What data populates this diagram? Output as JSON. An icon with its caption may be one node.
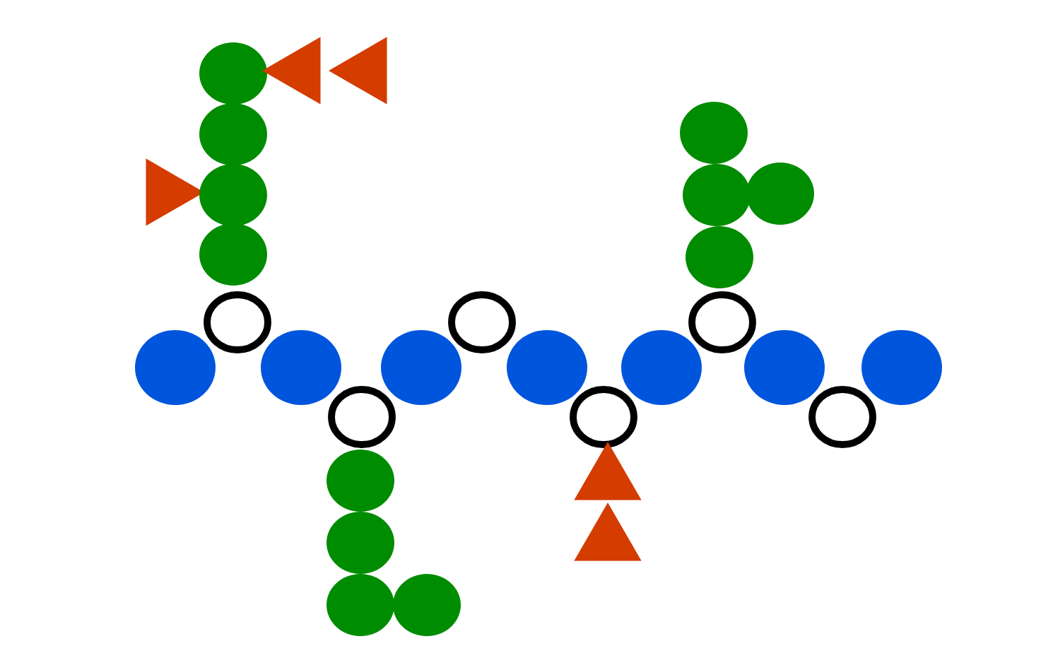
{
  "diagram": {
    "nodes": [
      {
        "text": [],
        "shape": "circle"
      },
      {
        "text": [],
        "shape": "triangle"
      },
      {
        "text": [],
        "shape": "triangle"
      },
      {
        "text": [],
        "shape": "circle"
      },
      {
        "text": [],
        "shape": "circle"
      },
      {
        "text": [],
        "shape": "triangle"
      },
      {
        "text": [],
        "shape": "circle"
      },
      {
        "text": [],
        "shape": "circle"
      },
      {
        "text": [],
        "shape": "circle"
      },
      {
        "text": [],
        "shape": "circle"
      },
      {
        "text": [],
        "shape": "circle"
      },
      {
        "text": [],
        "shape": "circle"
      },
      {
        "text": [],
        "shape": "circle"
      },
      {
        "text": [],
        "shape": "circle"
      },
      {
        "text": [],
        "shape": "circle"
      },
      {
        "text": [],
        "shape": "circle"
      },
      {
        "text": [],
        "shape": "circle"
      },
      {
        "text": [],
        "shape": "circle"
      },
      {
        "text": [],
        "shape": "circle"
      },
      {
        "text": [],
        "shape": "circle"
      },
      {
        "text": [],
        "shape": "circle"
      },
      {
        "text": [],
        "shape": "circle"
      },
      {
        "text": [],
        "shape": "circle"
      },
      {
        "text": [],
        "shape": "circle"
      },
      {
        "text": [],
        "shape": "circle"
      },
      {
        "text": [],
        "shape": "triangle"
      },
      {
        "text": [],
        "shape": "circle"
      },
      {
        "text": [],
        "shape": "triangle"
      },
      {
        "text": [],
        "shape": "circle"
      },
      {
        "text": [],
        "shape": "circle"
      }
    ]
  }
}
